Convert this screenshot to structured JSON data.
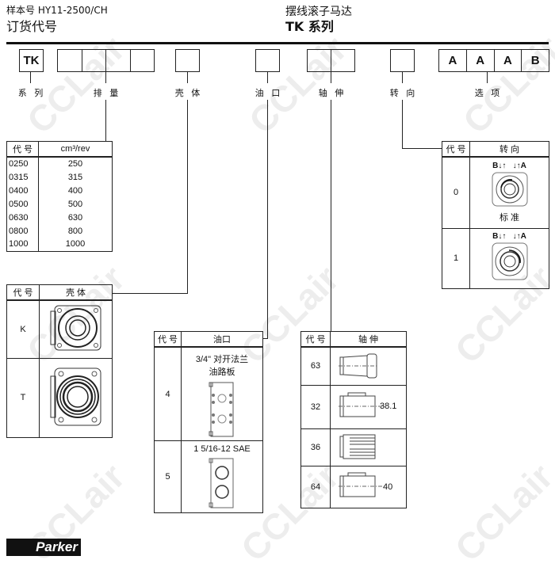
{
  "header": {
    "catalog": "样本号 HY11-2500/CH",
    "section": "订货代号",
    "product": "摆线滚子马达",
    "series": "TK 系列"
  },
  "code_boxes": {
    "series": "TK",
    "options": [
      "A",
      "A",
      "A",
      "B"
    ]
  },
  "labels": [
    "系 列",
    "排 量",
    "壳 体",
    "油 口",
    "轴 伸",
    "转 向",
    "选 项"
  ],
  "displacement": {
    "headers": [
      "代 号",
      "cm³/rev"
    ],
    "rows": [
      [
        "0250",
        "250"
      ],
      [
        "0315",
        "315"
      ],
      [
        "0400",
        "400"
      ],
      [
        "0500",
        "500"
      ],
      [
        "0630",
        "630"
      ],
      [
        "0800",
        "800"
      ],
      [
        "1000",
        "1000"
      ]
    ]
  },
  "housing": {
    "headers": [
      "代 号",
      "壳 体"
    ],
    "rows": [
      "K",
      "T"
    ]
  },
  "port": {
    "headers": [
      "代 号",
      "油口"
    ],
    "rows": [
      {
        "code": "4",
        "desc1": "3/4\" 对开法兰",
        "desc2": "油路板"
      },
      {
        "code": "5",
        "desc1": "1 5/16-12 SAE",
        "desc2": ""
      }
    ]
  },
  "shaft": {
    "headers": [
      "代 号",
      "轴 伸"
    ],
    "rows": [
      {
        "code": "63",
        "dim": ""
      },
      {
        "code": "32",
        "dim": "38.1"
      },
      {
        "code": "36",
        "dim": ""
      },
      {
        "code": "64",
        "dim": "40"
      }
    ]
  },
  "rotation": {
    "headers": [
      "代 号",
      "转 向"
    ],
    "rows": [
      {
        "code": "0",
        "note": "标 准"
      },
      {
        "code": "1",
        "note": ""
      }
    ],
    "port_b": "B",
    "port_a": "A"
  },
  "logo": "Parker",
  "watermark": "CCLair"
}
